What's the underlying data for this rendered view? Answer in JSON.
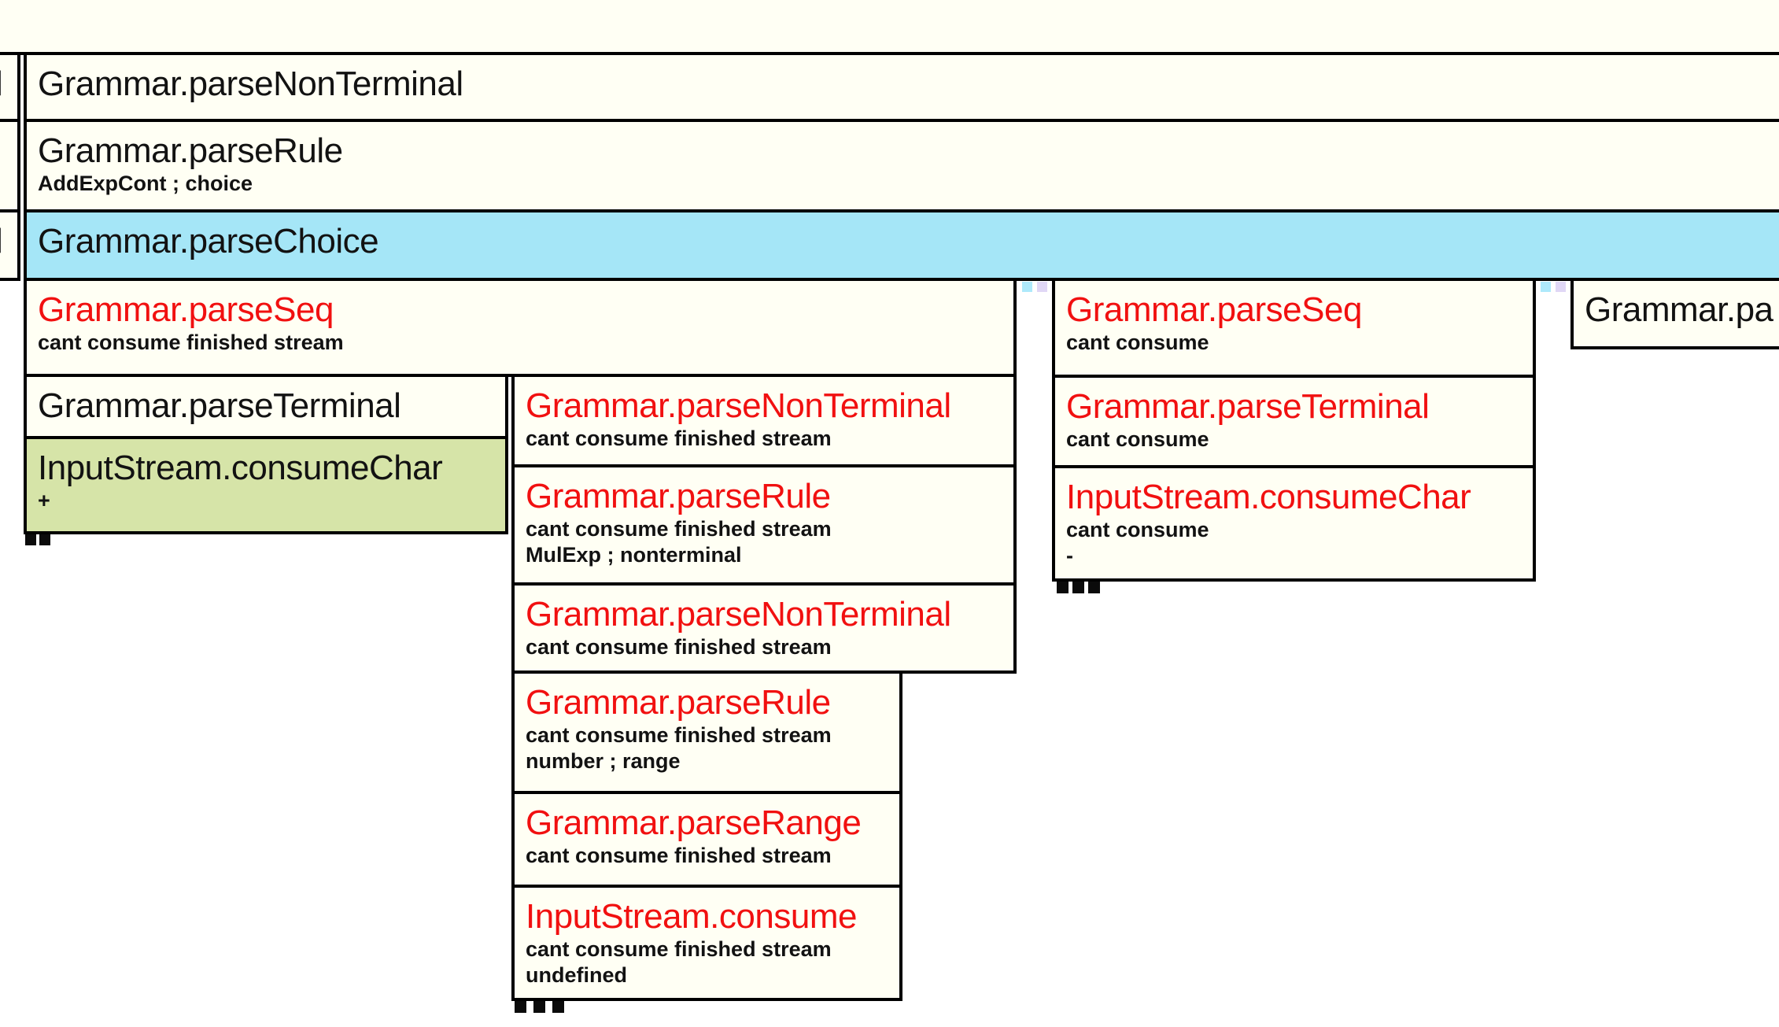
{
  "colors": {
    "background": "#ffffff",
    "box_bg": "#fffff4",
    "border": "#000000",
    "title_black": "#121212",
    "fail_red": "#f11010",
    "choice_blue": "#a5e6f7",
    "success_green": "#d6e4a8",
    "marker_cyan": "#aee9fb",
    "marker_lavender": "#e0d7f6",
    "footer_black": "#0b0b0b"
  },
  "clipped_column": {
    "fragments": [
      "l",
      "",
      "l"
    ]
  },
  "stack_rows": [
    {
      "title": "Grammar.parseNonTerminal"
    },
    {
      "title": "Grammar.parseRule",
      "subs": [
        "AddExpCont ; choice"
      ]
    },
    {
      "title": "Grammar.parseChoice",
      "state": "selected"
    }
  ],
  "left_group": {
    "seq": {
      "title": "Grammar.parseSeq",
      "subs": [
        "cant consume finished stream"
      ],
      "state": "fail"
    },
    "terminal": {
      "title": "Grammar.parseTerminal"
    },
    "consume_char": {
      "title": "InputStream.consumeChar",
      "subs": [
        "+"
      ],
      "state": "success"
    },
    "fail_column": [
      {
        "title": "Grammar.parseNonTerminal",
        "subs": [
          "cant consume finished stream"
        ]
      },
      {
        "title": "Grammar.parseRule",
        "subs": [
          "cant consume finished stream",
          "MulExp ; nonterminal"
        ]
      },
      {
        "title": "Grammar.parseNonTerminal",
        "subs": [
          "cant consume finished stream"
        ]
      },
      {
        "title": "Grammar.parseRule",
        "subs": [
          "cant consume finished stream",
          "number ; range"
        ]
      },
      {
        "title": "Grammar.parseRange",
        "subs": [
          "cant consume finished stream"
        ]
      },
      {
        "title": "InputStream.consume",
        "subs": [
          "cant consume finished stream",
          "undefined"
        ]
      }
    ]
  },
  "middle_group": [
    {
      "title": "Grammar.parseSeq",
      "subs": [
        "cant consume"
      ]
    },
    {
      "title": "Grammar.parseTerminal",
      "subs": [
        "cant consume"
      ]
    },
    {
      "title": "InputStream.consumeChar",
      "subs": [
        "cant consume",
        "-"
      ]
    }
  ],
  "right_group": {
    "title": "Grammar.pa"
  }
}
